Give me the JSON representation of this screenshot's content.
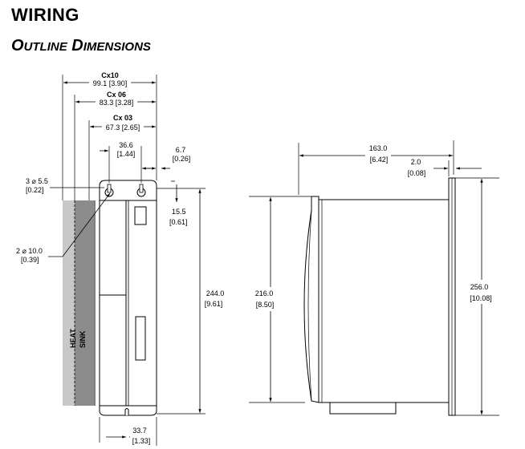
{
  "title": "WIRING",
  "subtitle": {
    "word1_initial": "O",
    "word1_rest": "UTLINE",
    "word2_initial": "D",
    "word2_rest": "IMENSIONS"
  },
  "front_view": {
    "cx10_label": "Cx10",
    "cx10_value": "99.1 [3.90]",
    "cx06_label": "Cx 06",
    "cx06_value": "83.3 [3.28]",
    "cx03_label": "Cx 03",
    "cx03_value": "67.3 [2.65]",
    "slot_spacing": "36.6",
    "slot_spacing_in": "[1.44]",
    "right_offset": "6.7",
    "right_offset_in": "[0.26]",
    "slot_dia": "3 ⌀ 5.5",
    "slot_dia_in": "[0.22]",
    "hole_dia": "2 ⌀ 10.0",
    "hole_dia_in": "[0.39]",
    "top_offset": "15.5",
    "top_offset_in": "[0.61]",
    "height": "244.0",
    "height_in": "[9.61]",
    "bottom_offset": "33.7",
    "bottom_offset_in": "[1.33]",
    "heat": "HEAT",
    "sink": "SINK"
  },
  "side_view": {
    "depth": "163.0",
    "depth_in": "[6.42]",
    "flange": "2.0",
    "flange_in": "[0.08]",
    "height_left": "216.0",
    "height_left_in": "[8.50]",
    "height_right": "256.0",
    "height_right_in": "[10.08]"
  }
}
